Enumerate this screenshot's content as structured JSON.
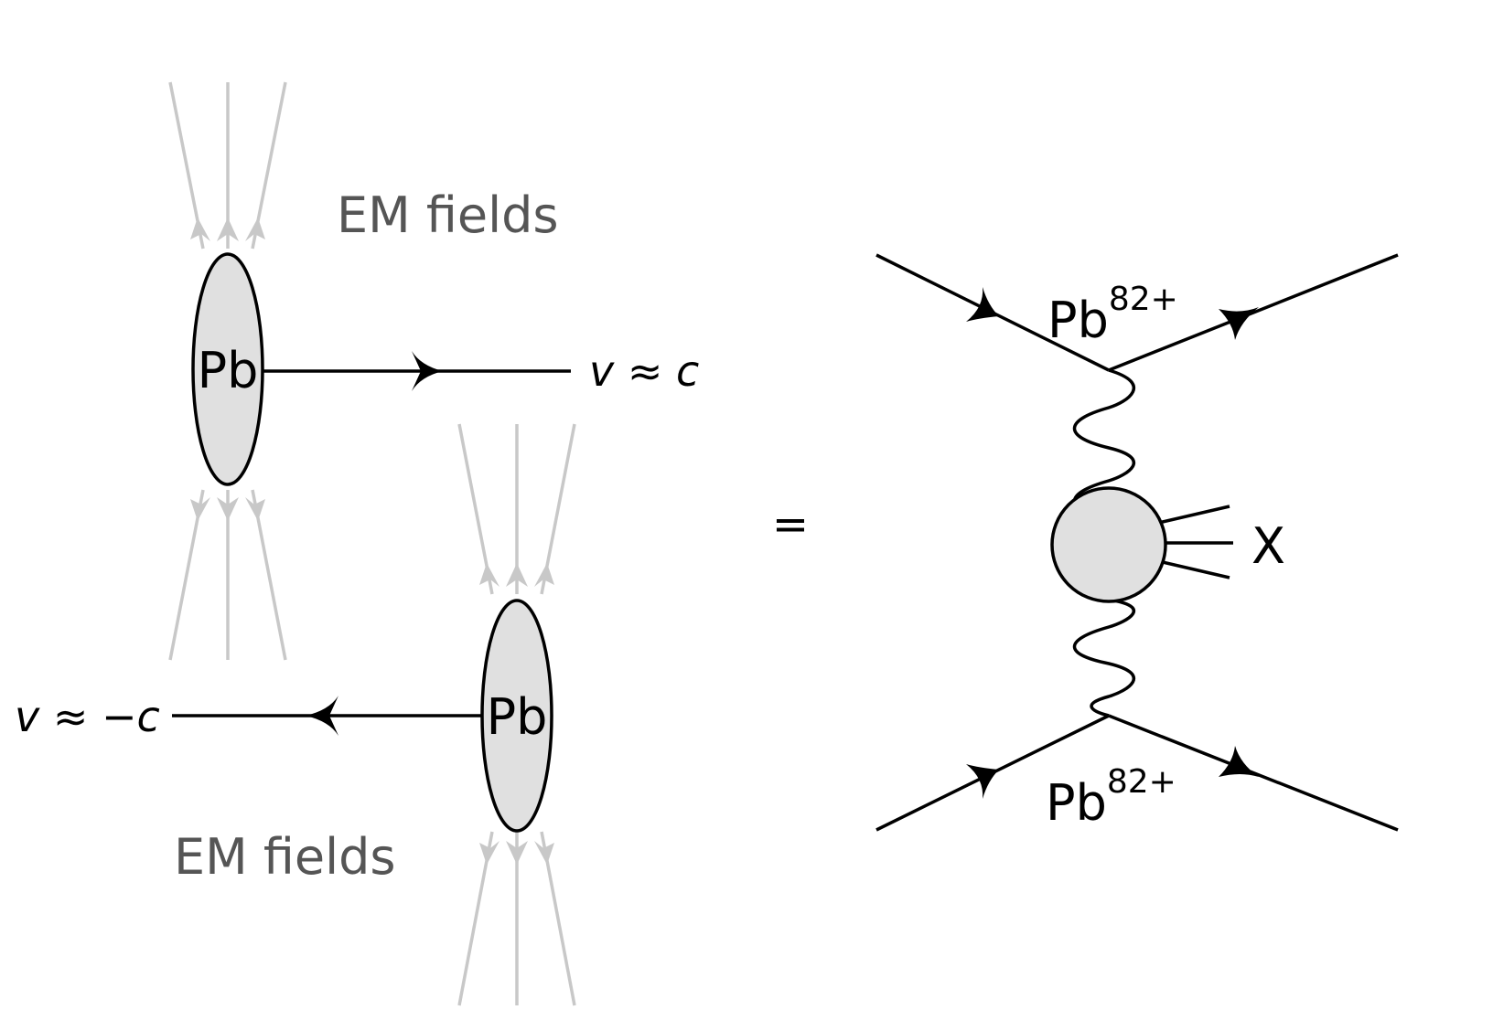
{
  "upper_collision": {
    "nucleus_label": "Pb",
    "velocity_label": "v ≈ c",
    "fields_label": "EM fields"
  },
  "lower_collision": {
    "nucleus_label": "Pb",
    "velocity_label": "v ≈ −c",
    "fields_label": "EM fields"
  },
  "equals_sign": "=",
  "feynman_diagram": {
    "top_ion_label": "Pb",
    "top_ion_charge": "82+",
    "bottom_ion_label": "Pb",
    "bottom_ion_charge": "82+",
    "final_state_label": "X"
  },
  "colors": {
    "field_lines": "#c8c8c8",
    "nucleus_fill": "#e0e0e0",
    "lines": "#000000",
    "field_text": "#555555"
  }
}
